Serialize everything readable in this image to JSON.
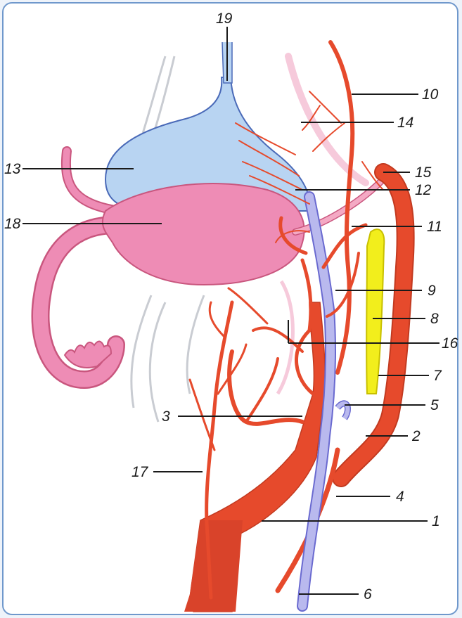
{
  "colors": {
    "artery": "#e64a2c",
    "artery_dark": "#c23a20",
    "vein": "#b9b9ee",
    "vein_outline": "#6a6ad0",
    "bladder_pink": "#ee8cb5",
    "bladder_blue": "#b8d4f2",
    "ureter_pink": "#f4a9c4",
    "yellow_structure": "#f2ee1c",
    "frame_border": "#6f98cc"
  },
  "labels": {
    "l1": "1",
    "l2": "2",
    "l3": "3",
    "l4": "4",
    "l5": "5",
    "l6": "6",
    "l7": "7",
    "l8": "8",
    "l9": "9",
    "l10": "10",
    "l11": "11",
    "l12": "12",
    "l13": "13",
    "l14": "14",
    "l15": "15",
    "l16": "16",
    "l17": "17",
    "l18": "18",
    "l19": "19"
  }
}
